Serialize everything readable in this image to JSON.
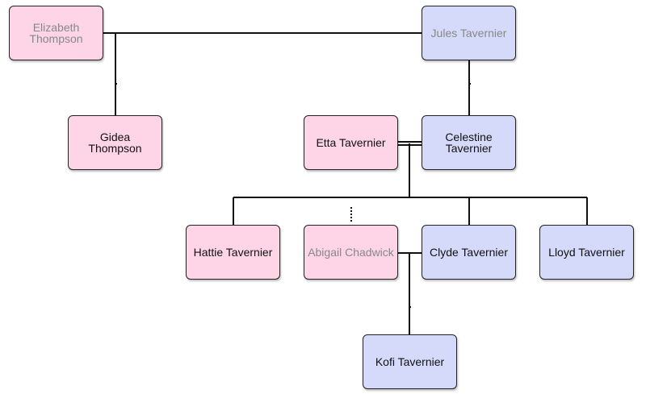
{
  "people": {
    "elizabeth": {
      "name": "Elizabeth Thompson",
      "gender": "female",
      "faded": true
    },
    "jules": {
      "name": "Jules Tavernier",
      "gender": "male",
      "faded": true
    },
    "gidea": {
      "name": "Gidea Thompson",
      "gender": "female",
      "faded": false
    },
    "etta": {
      "name": "Etta Tavernier",
      "gender": "female",
      "faded": false
    },
    "celestine": {
      "name": "Celestine Tavernier",
      "gender": "male",
      "faded": false
    },
    "hattie": {
      "name": "Hattie Tavernier",
      "gender": "female",
      "faded": false
    },
    "abigail": {
      "name": "Abigail Chadwick",
      "gender": "female",
      "faded": true
    },
    "clyde": {
      "name": "Clyde Tavernier",
      "gender": "male",
      "faded": false
    },
    "lloyd": {
      "name": "Lloyd Tavernier",
      "gender": "male",
      "faded": false
    },
    "kofi": {
      "name": "Kofi Tavernier",
      "gender": "male",
      "faded": false
    }
  },
  "colors": {
    "female_fill": "#fdd5e6",
    "male_fill": "#d5dafb",
    "faded_text": "#888888",
    "line": "#111111"
  }
}
